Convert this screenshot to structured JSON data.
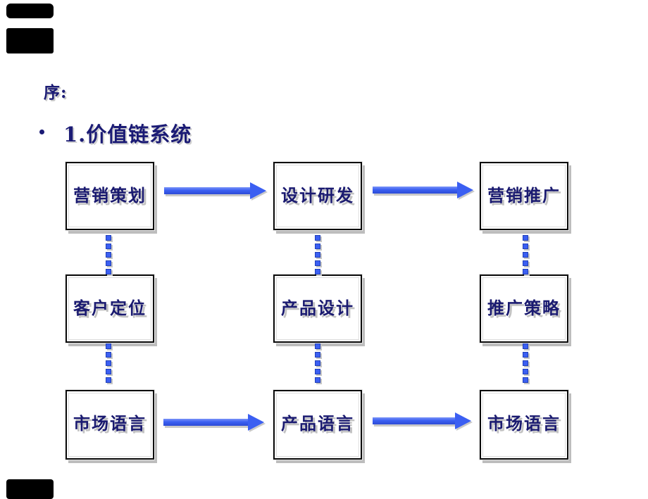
{
  "slide": {
    "heading": "序:",
    "bullet_char": "•",
    "section_title": "1.价值链系统"
  },
  "diagram": {
    "type": "flow-grid",
    "columns": 3,
    "dash_count": 5,
    "rows": [
      {
        "name": "row-1",
        "cells": [
          "营销策划",
          "设计研发",
          "营销推广"
        ],
        "horizontal_arrows": true
      },
      {
        "name": "row-2",
        "cells": [
          "客户定位",
          "产品设计",
          "推广策略"
        ],
        "horizontal_arrows": false
      },
      {
        "name": "row-3",
        "cells": [
          "市场语言",
          "产品语言",
          "市场语言"
        ],
        "horizontal_arrows": true
      }
    ],
    "vertical_connector_style": "dashed-squares"
  },
  "colors": {
    "title_navy": "#1b1b75",
    "box_text_navy": "#1a1a70",
    "arrow_blue": "#3b5ff2",
    "box_border_black": "#0a0a0a",
    "shadow_gray": "#bdbdbd",
    "placeholder_black": "#000000",
    "background": "#ffffff"
  }
}
